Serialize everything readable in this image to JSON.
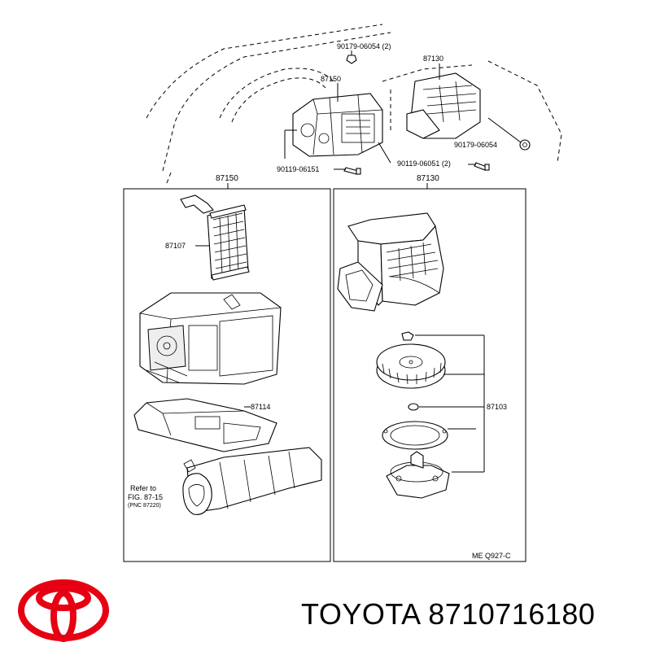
{
  "top_labels": {
    "bolt_top": "90179-06054 (2)",
    "blower_top": "87130",
    "heater_top": "87150",
    "bolt_right": "90179-06054",
    "screw_left": "90119-06151",
    "screw_right": "90119-06051 (2)"
  },
  "panel_left": {
    "header": "87150",
    "core": "87107",
    "case_lower": "87114",
    "refer_line1": "Refer to",
    "refer_line2": "FIG. 87-15",
    "refer_line3": "(PNC 87220)"
  },
  "panel_right": {
    "header": "87130",
    "motor": "87103",
    "code": "ME  Q927-C"
  },
  "brand": {
    "name": "TOYOTA",
    "part_number": "8710716180",
    "logo_color": "#e60012"
  }
}
